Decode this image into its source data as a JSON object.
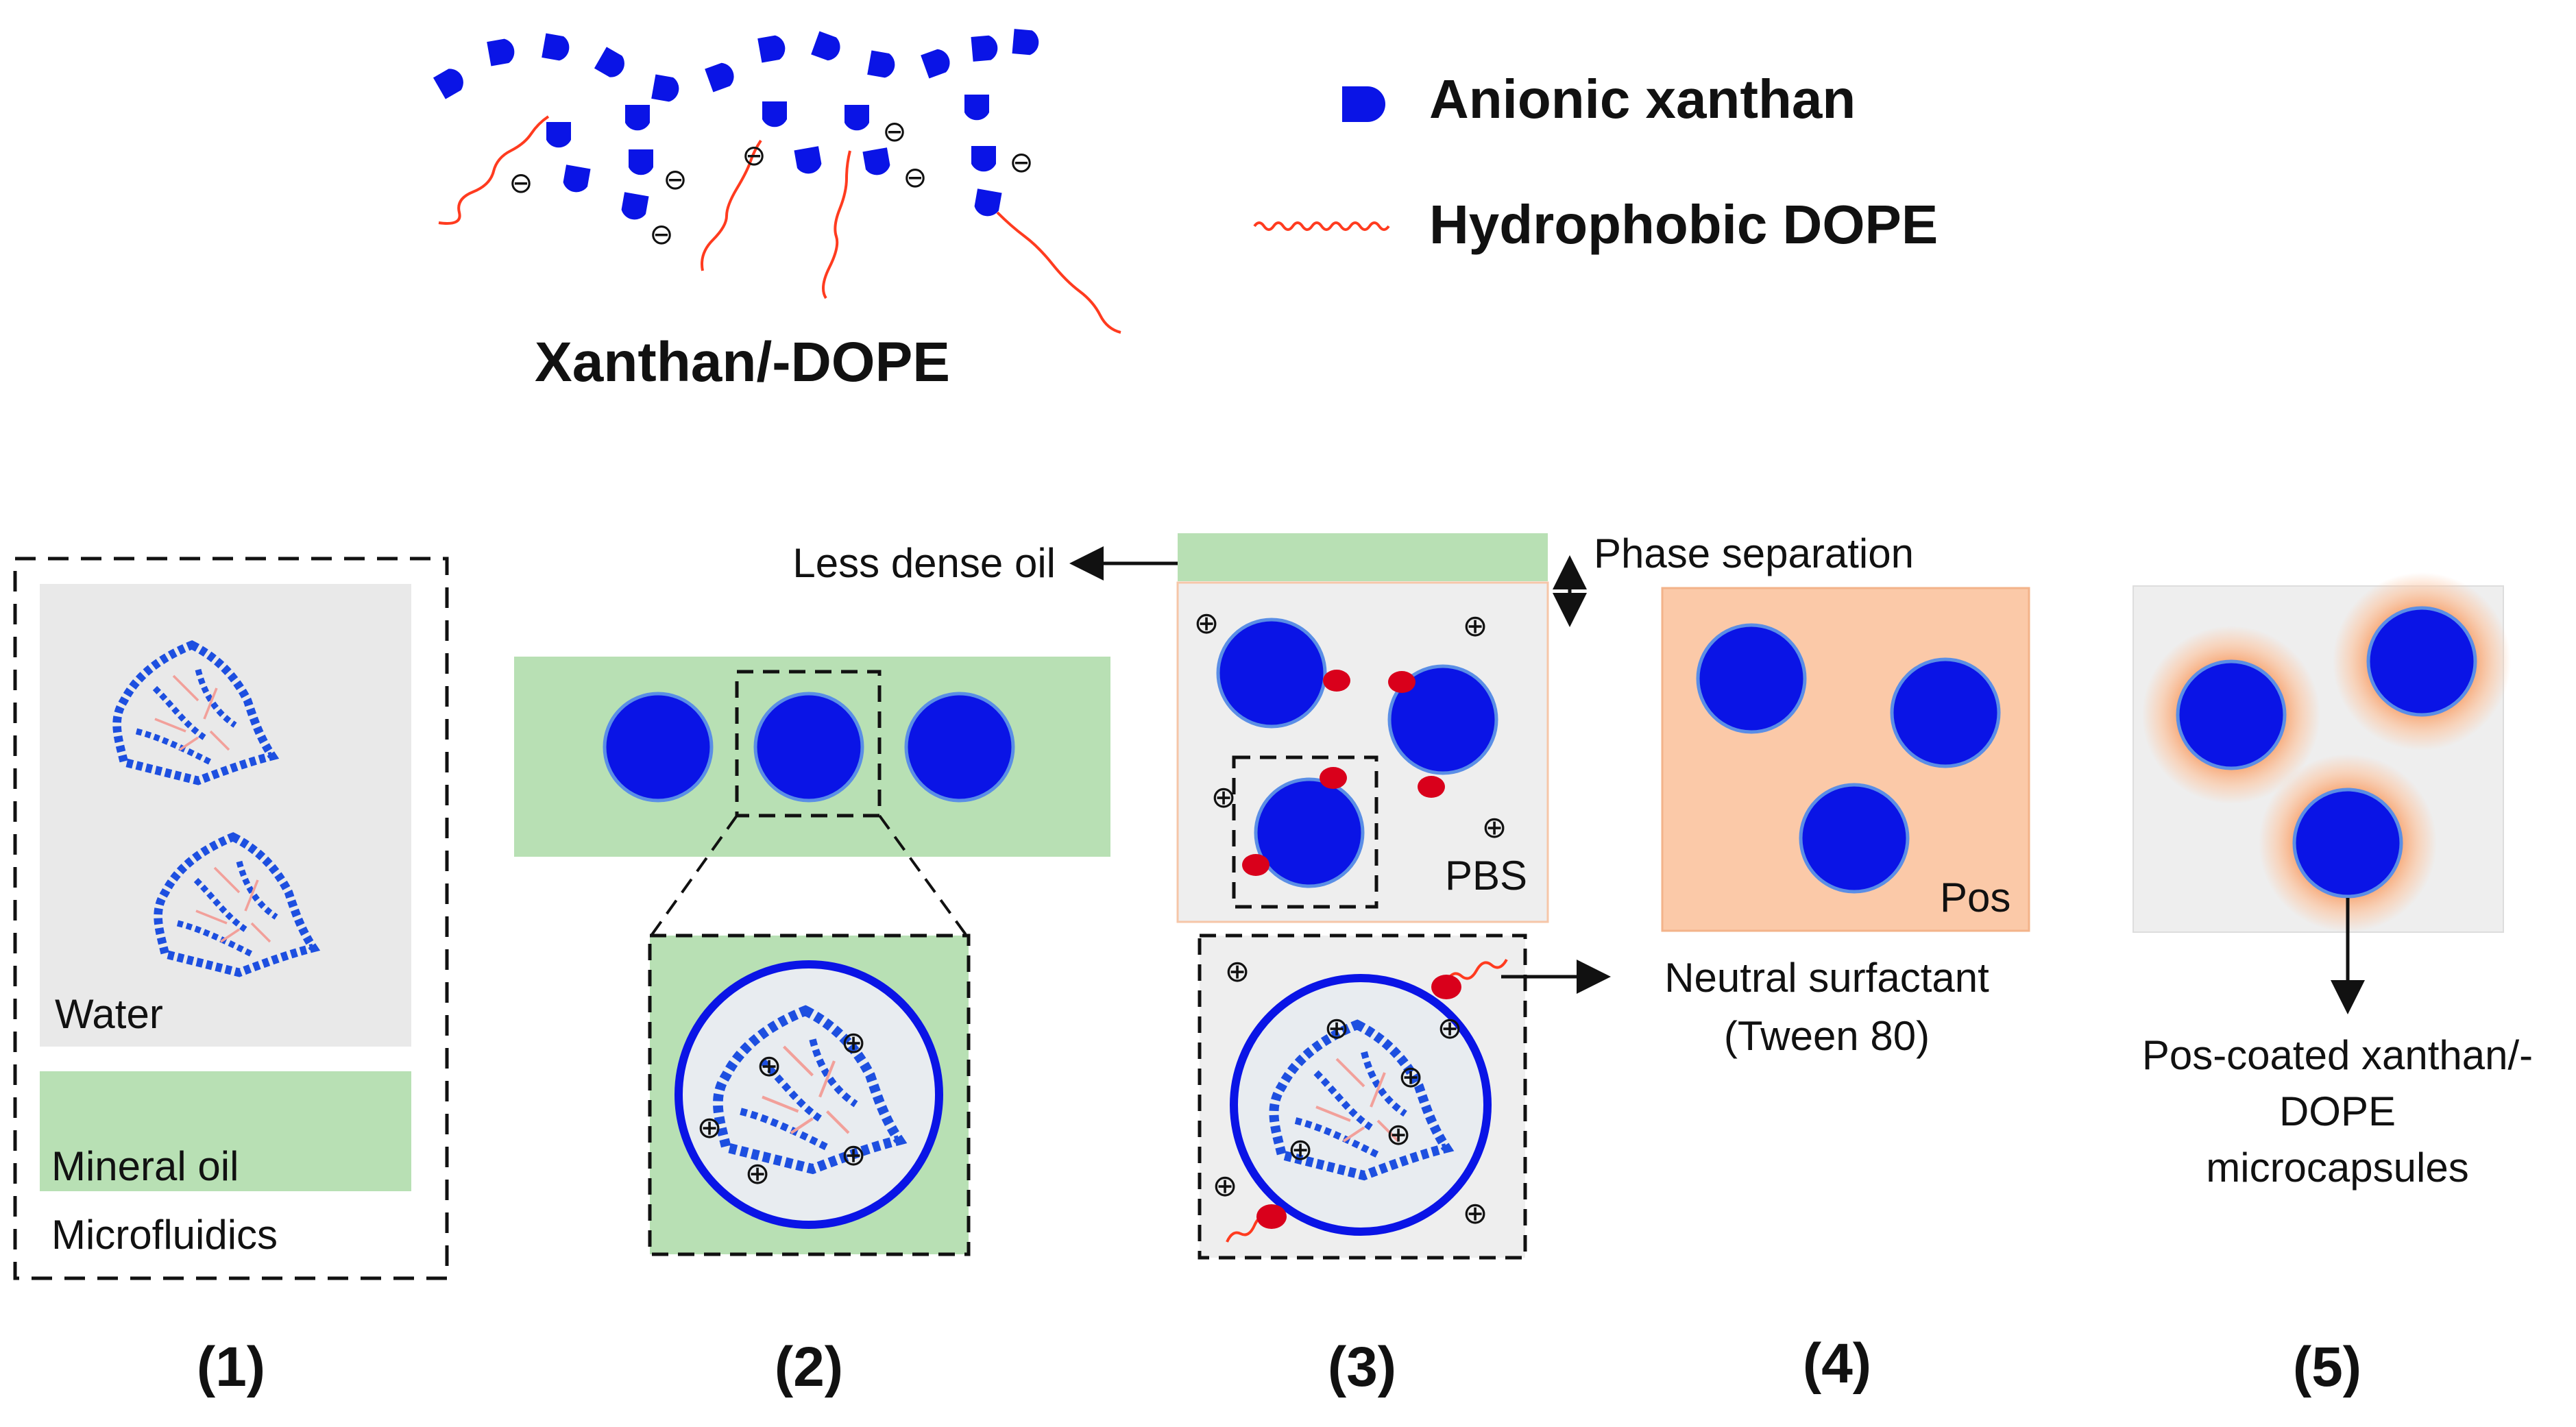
{
  "header": {
    "title": "Xanthan/-DOPE",
    "legend": [
      {
        "label": "Anionic xanthan",
        "color": "#0a14e6",
        "icon": "xanthan-unit-icon"
      },
      {
        "label": "Hydrophobic DOPE",
        "color": "#ff3b1f",
        "icon": "dope-tail-icon"
      }
    ]
  },
  "steps": [
    {
      "label": "(1)",
      "texts": [
        "Water",
        "Mineral oil",
        "Microfluidics"
      ]
    },
    {
      "label": "(2)",
      "texts": [
        "Less dense oil"
      ]
    },
    {
      "label": "(3)",
      "texts": [
        "Phase separation",
        "PBS",
        "Neutral surfactant",
        "(Tween 80)"
      ]
    },
    {
      "label": "(4)",
      "texts": [
        "Pos"
      ]
    },
    {
      "label": "(5)",
      "texts": [
        "Pos-coated xanthan/-",
        "DOPE",
        "microcapsules"
      ]
    }
  ],
  "charges": {
    "negative": "⊖",
    "positive": "⊕"
  },
  "colors": {
    "xanthan_blue": "#0a14e6",
    "dope_red": "#ff3b1f",
    "oil_green": "#b8e0b4",
    "pos_orange": "#fbc9a8",
    "water_gray": "#e9e9e9",
    "surfactant_red": "#d9001b"
  }
}
